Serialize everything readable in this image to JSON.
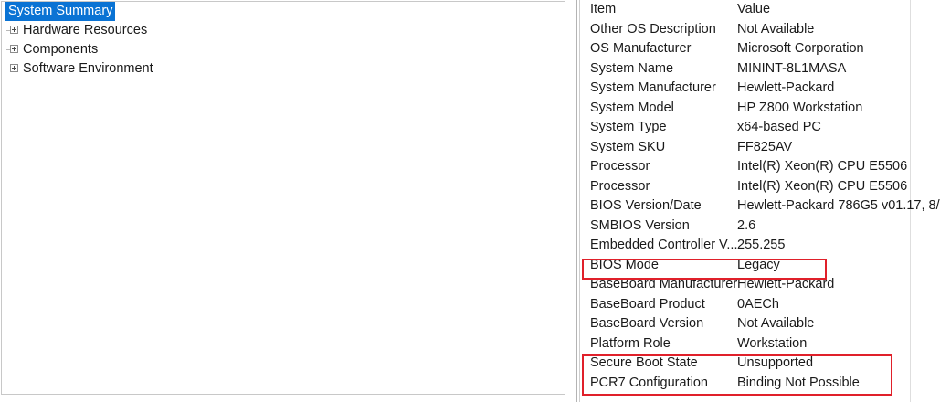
{
  "tree": {
    "nodes": [
      {
        "label": "System Summary",
        "selected": true,
        "expandable": false
      },
      {
        "label": "Hardware Resources",
        "selected": false,
        "expandable": true
      },
      {
        "label": "Components",
        "selected": false,
        "expandable": true
      },
      {
        "label": "Software Environment",
        "selected": false,
        "expandable": true
      }
    ]
  },
  "detail": {
    "columns": {
      "item": "Item",
      "value": "Value"
    },
    "rows": [
      {
        "item": "Item",
        "value": "Value",
        "header": true,
        "highlight": false
      },
      {
        "item": "Other OS Description",
        "value": "Not Available",
        "header": false,
        "highlight": false
      },
      {
        "item": "OS Manufacturer",
        "value": "Microsoft Corporation",
        "header": false,
        "highlight": false
      },
      {
        "item": "System Name",
        "value": "MININT-8L1MASA",
        "header": false,
        "highlight": false
      },
      {
        "item": "System Manufacturer",
        "value": "Hewlett-Packard",
        "header": false,
        "highlight": false
      },
      {
        "item": "System Model",
        "value": "HP Z800 Workstation",
        "header": false,
        "highlight": false
      },
      {
        "item": "System Type",
        "value": "x64-based PC",
        "header": false,
        "highlight": false
      },
      {
        "item": "System SKU",
        "value": "FF825AV",
        "header": false,
        "highlight": false
      },
      {
        "item": "Processor",
        "value": "Intel(R) Xeon(R) CPU          E5506",
        "header": false,
        "highlight": false
      },
      {
        "item": "Processor",
        "value": "Intel(R) Xeon(R) CPU          E5506",
        "header": false,
        "highlight": false
      },
      {
        "item": "BIOS Version/Date",
        "value": "Hewlett-Packard 786G5 v01.17, 8/",
        "header": false,
        "highlight": false
      },
      {
        "item": "SMBIOS Version",
        "value": "2.6",
        "header": false,
        "highlight": false
      },
      {
        "item": "Embedded Controller V...",
        "value": "255.255",
        "header": false,
        "highlight": false
      },
      {
        "item": "BIOS Mode",
        "value": "Legacy",
        "header": false,
        "highlight": true
      },
      {
        "item": "BaseBoard Manufacturer",
        "value": "Hewlett-Packard",
        "header": false,
        "highlight": false
      },
      {
        "item": "BaseBoard Product",
        "value": "0AECh",
        "header": false,
        "highlight": false
      },
      {
        "item": "BaseBoard Version",
        "value": "Not Available",
        "header": false,
        "highlight": false
      },
      {
        "item": "Platform Role",
        "value": "Workstation",
        "header": false,
        "highlight": false
      },
      {
        "item": "Secure Boot State",
        "value": "Unsupported",
        "header": false,
        "highlight": true
      },
      {
        "item": "PCR7 Configuration",
        "value": "Binding Not Possible",
        "header": false,
        "highlight": true
      }
    ]
  },
  "annotations": {
    "color": "#e0202a",
    "boxes": [
      {
        "name": "bios-mode-highlight",
        "rows": [
          "BIOS Mode"
        ]
      },
      {
        "name": "secure-boot-highlight",
        "rows": [
          "Secure Boot State",
          "PCR7 Configuration"
        ]
      }
    ]
  },
  "colors": {
    "selection": "#0a73d4",
    "selection_text": "#ffffff",
    "text": "#1a1a1a",
    "panel_border": "#c8c8c8",
    "annotation_red": "#e0202a",
    "background": "#ffffff"
  }
}
